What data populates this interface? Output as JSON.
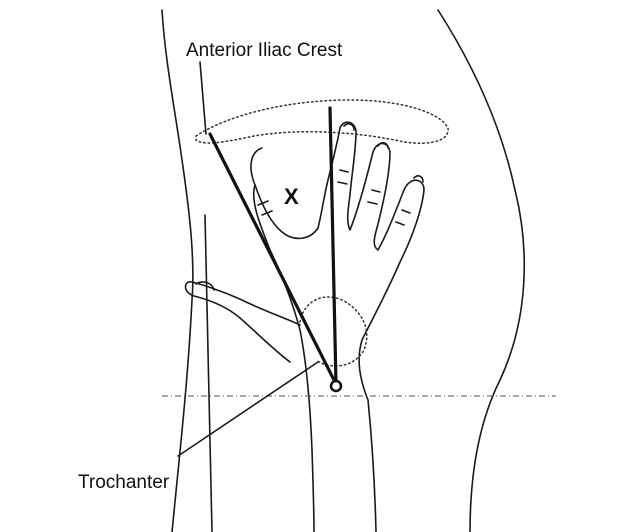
{
  "labels": {
    "iliac_crest": "Anterior Iliac Crest",
    "trochanter": "Trochanter",
    "x_mark": "X"
  },
  "colors": {
    "ink": "#1a1a1a",
    "background": "#ffffff"
  }
}
